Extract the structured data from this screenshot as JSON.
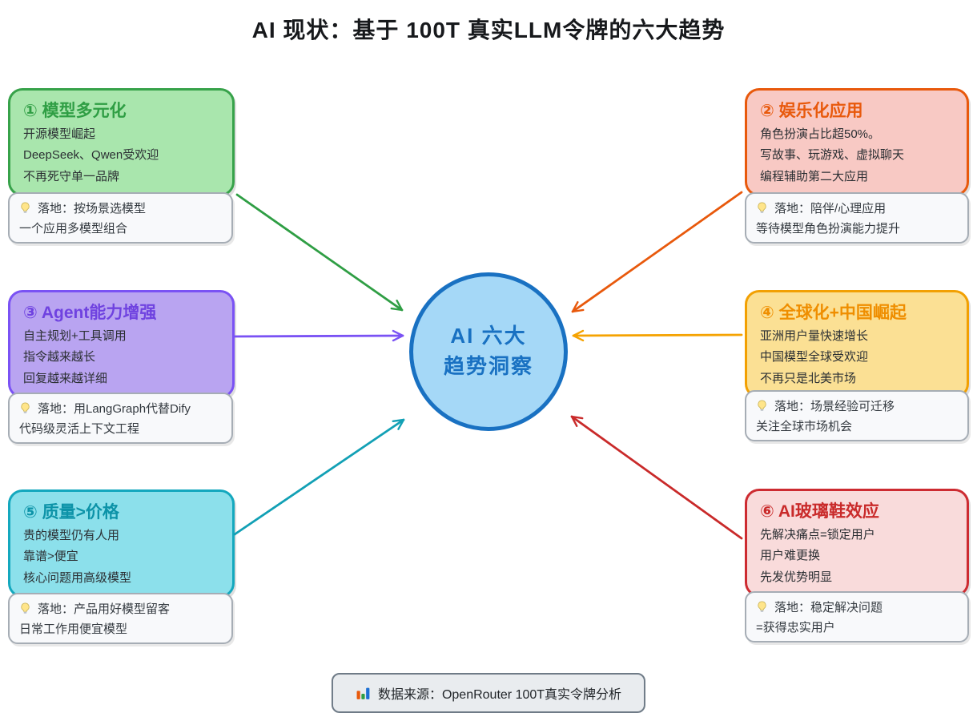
{
  "title": "AI 现状：基于 100T 真实LLM令牌的六大趋势",
  "center": {
    "line1": "AI 六大",
    "line2": "趋势洞察",
    "accent": "#1971c2",
    "fill": "#a5d8f7"
  },
  "cards": [
    {
      "title": "① 模型多元化",
      "lines": [
        "开源模型崛起",
        "DeepSeek、Qwen受欢迎",
        "不再死守单一品牌"
      ],
      "accent": "#37a24a",
      "fill": "#a9e6ad",
      "note_icon": "lightbulb-icon",
      "note_head": "落地：按场景选模型",
      "note_body": "一个应用多模型组合"
    },
    {
      "title": "② 娱乐化应用",
      "lines": [
        "角色扮演占比超50%。",
        "写故事、玩游戏、虚拟聊天",
        "编程辅助第二大应用"
      ],
      "accent": "#e8590c",
      "fill": "#f8c9c4",
      "note_icon": "lightbulb-icon",
      "note_head": "落地：陪伴/心理应用",
      "note_body": "等待模型角色扮演能力提升"
    },
    {
      "title": "③ Agent能力增强",
      "lines": [
        "自主规划+工具调用",
        "指令越来越长",
        "回复越来越详细"
      ],
      "accent": "#7a52f4",
      "fill": "#b9a4f1",
      "note_icon": "lightbulb-icon",
      "note_head": "落地：用LangGraph代替Dify",
      "note_body": "代码级灵活上下文工程"
    },
    {
      "title": "④ 全球化+中国崛起",
      "lines": [
        "亚洲用户量快速增长",
        "中国模型全球受欢迎",
        "不再只是北美市场"
      ],
      "accent": "#f2a002",
      "fill": "#fbe094",
      "note_icon": "lightbulb-icon",
      "note_head": "落地：场景经验可迁移",
      "note_body": "关注全球市场机会"
    },
    {
      "title": "⑤ 质量>价格",
      "lines": [
        "贵的模型仍有人用",
        "靠谱>便宜",
        "核心问题用高级模型"
      ],
      "accent": "#14a8be",
      "fill": "#8ce0eb",
      "note_icon": "lightbulb-icon",
      "note_head": "落地：产品用好模型留客",
      "note_body": "日常工作用便宜模型"
    },
    {
      "title": "⑥ AI玻璃鞋效应",
      "lines": [
        "先解决痛点=锁定用户",
        "用户难更换",
        "先发优势明显"
      ],
      "accent": "#cd2b31",
      "fill": "#f9dbdb",
      "note_icon": "lightbulb-icon",
      "note_head": "落地：稳定解决问题",
      "note_body": "=获得忠实用户"
    }
  ],
  "arrow_colors": {
    "model_diversity": "#2f9e44",
    "entertainment": "#e8590c",
    "agent": "#7a52f4",
    "globalization": "#f5a302",
    "quality": "#12a0b5",
    "glass_slipper": "#c92a2a"
  },
  "source": {
    "icon": "bar-chart-icon",
    "label": "数据来源：OpenRouter 100T真实令牌分析"
  }
}
